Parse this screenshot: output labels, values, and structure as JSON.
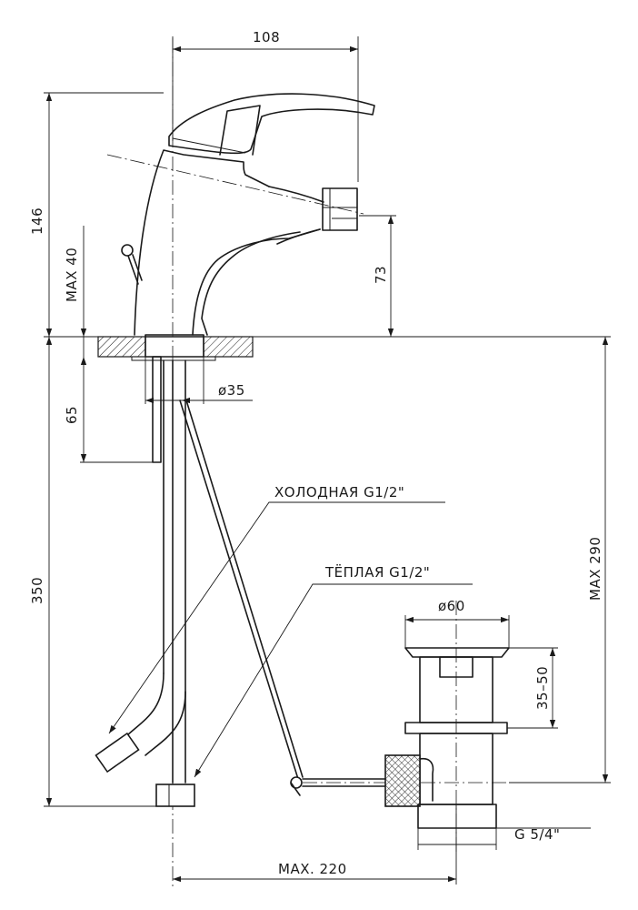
{
  "dimensions": {
    "width_top": "108",
    "height_total": "146",
    "max_lever": "MAX 40",
    "spout_height": "73",
    "hole_diameter": "ø35",
    "shank_depth": "65",
    "hose_length": "350",
    "max_290": "MAX 290",
    "drain_diameter": "ø60",
    "drain_range": "35–50",
    "drain_thread": "G 5/4\"",
    "max_220": "MAX. 220"
  },
  "labels": {
    "cold": "ХОЛОДНАЯ G1/2\"",
    "warm": "ТЁПЛАЯ G1/2\""
  }
}
